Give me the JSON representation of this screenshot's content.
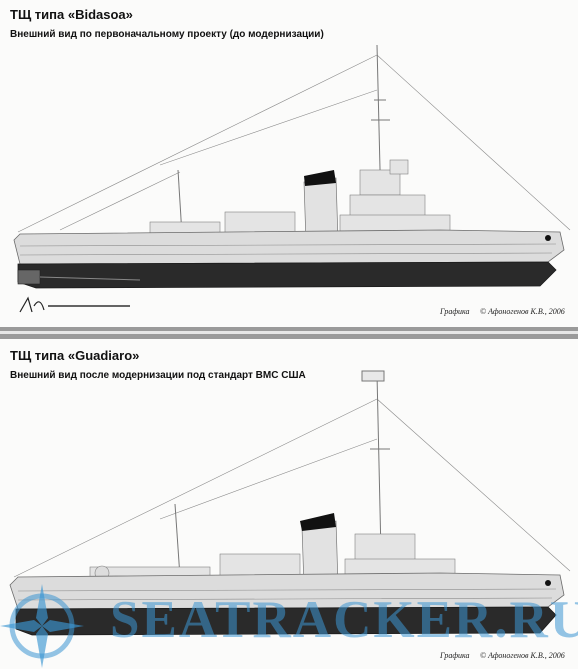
{
  "top": {
    "title": "ТЩ типа «Bidasoa»",
    "subtitle": "Внешний вид по первоначальному проекту (до модернизации)",
    "credit_label": "Графика",
    "credit_author": "© Афоногенов К.В., 2006"
  },
  "bottom": {
    "title": "ТЩ типа «Guadiaro»",
    "subtitle": "Внешний вид после модернизации под стандарт ВМС США",
    "credit_label": "Графика",
    "credit_author": "© Афоногенов К.В., 2006"
  },
  "watermark": "SEATRACKER.RU",
  "colors": {
    "hull_lower": "#2a2a2a",
    "hull_upper": "#dcdcdc",
    "line": "#6b6b6b",
    "funnel_cap": "#111111",
    "watermark": "#3c96d2"
  }
}
